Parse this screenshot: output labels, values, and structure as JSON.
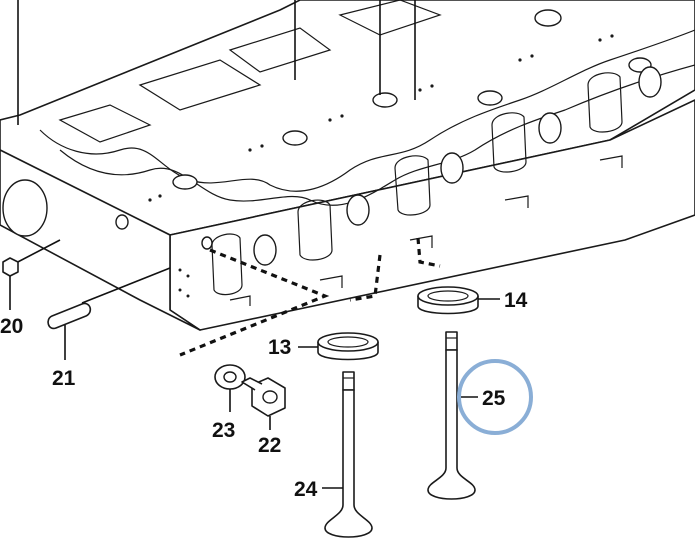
{
  "callouts": {
    "c13": "13",
    "c14": "14",
    "c20": "20",
    "c21": "21",
    "c22": "22",
    "c23": "23",
    "c24": "24",
    "c25": "25"
  },
  "highlight": {
    "target": "25",
    "color": "#8aaed6"
  },
  "colors": {
    "line": "#1a1a1a",
    "background": "#ffffff"
  }
}
